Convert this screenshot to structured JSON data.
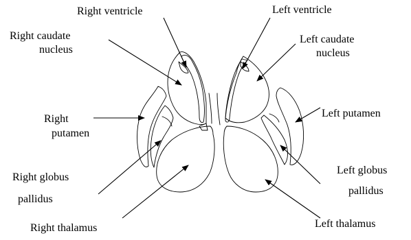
{
  "labels": {
    "right_ventricle": "Right ventricle",
    "left_ventricle": "Left ventricle",
    "right_caudate_line1": "Right caudate",
    "right_caudate_line2": "nucleus",
    "left_caudate_line1": "Left caudate",
    "left_caudate_line2": "nucleus",
    "right_putamen_line1": "Right",
    "right_putamen_line2": "putamen",
    "left_putamen": "Left putamen",
    "right_globus_line1": "Right globus",
    "right_globus_line2": "pallidus",
    "left_globus_line1": "Left globus",
    "left_globus_line2": "pallidus",
    "right_thalamus": "Right thalamus",
    "left_thalamus": "Left thalamus"
  }
}
